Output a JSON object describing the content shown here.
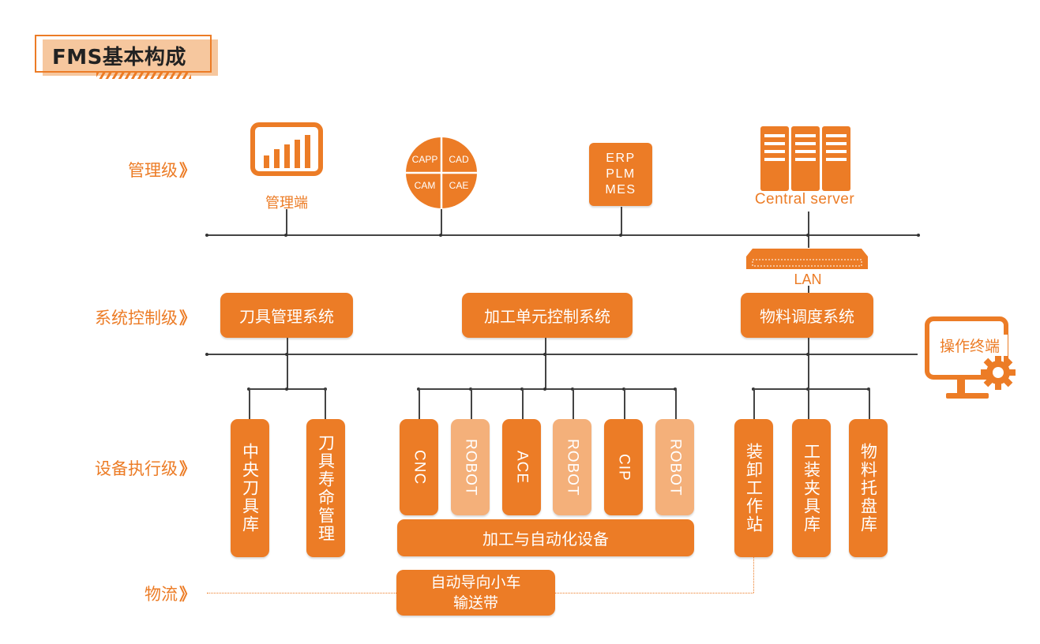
{
  "title": "FMS基本构成",
  "levels": {
    "management": "管理级",
    "system_control": "系统控制级",
    "equipment": "设备执行级",
    "logistics": "物流",
    "chevron": "》"
  },
  "management_items": {
    "admin_terminal": "管理端",
    "cad_quadrants": [
      "CAPP",
      "CAD",
      "CAM",
      "CAE"
    ],
    "erp_box": [
      "ERP",
      "PLM",
      "MES"
    ],
    "central_server": "Central server",
    "lan": "LAN"
  },
  "system_control": {
    "tool_mgmt": "刀具管理系统",
    "cell_control": "加工单元控制系统",
    "material_dispatch": "物料调度系统",
    "operator_terminal": "操作终端"
  },
  "equipment": {
    "tool_group": [
      "中央刀具库",
      "刀具寿命管理"
    ],
    "machining_group": [
      "CNC",
      "ROBOT",
      "ACE",
      "ROBOT",
      "CIP",
      "ROBOT"
    ],
    "machining_base": "加工与自动化设备",
    "material_group": [
      "装卸工作站",
      "工装夹具库",
      "物料托盘库"
    ]
  },
  "logistics": {
    "agv_line1": "自动导向小车",
    "agv_line2": "输送带"
  },
  "colors": {
    "accent": "#ec7c26",
    "light_accent": "#f4b07a",
    "title_bg": "#f6c79e",
    "line": "#444444"
  }
}
